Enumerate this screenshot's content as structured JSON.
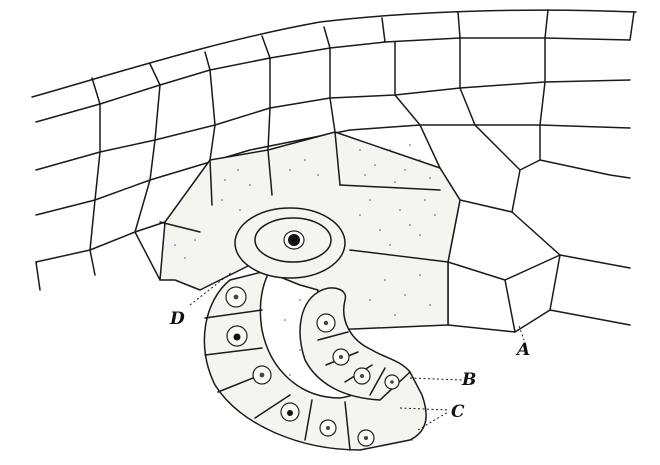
{
  "figure": {
    "labels": {
      "A": "A",
      "B": "B",
      "C": "C",
      "D": "D"
    },
    "ink_color": "#1a1a1a",
    "paper_color": "#ffffff"
  }
}
